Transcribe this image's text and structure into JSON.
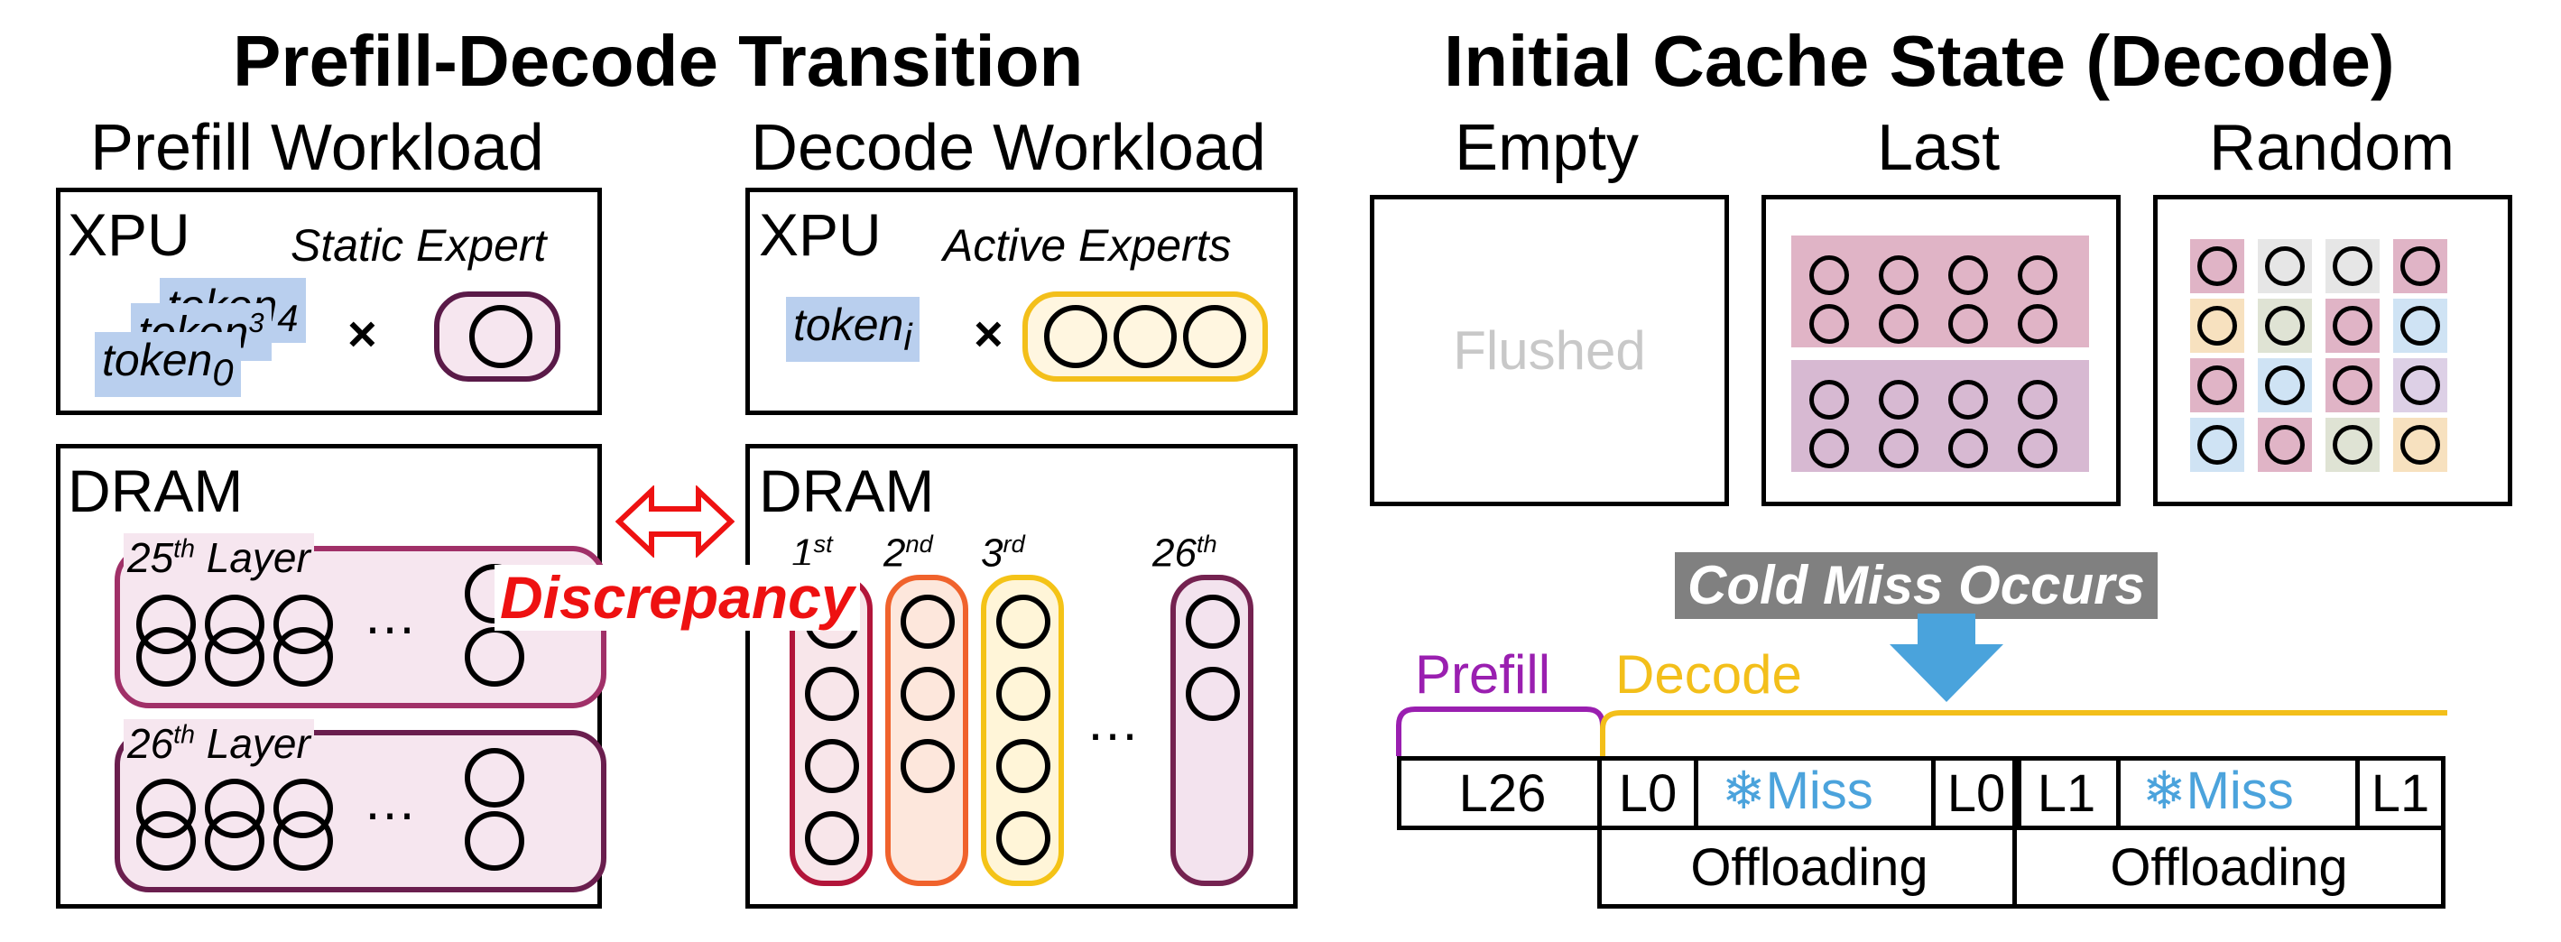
{
  "left_title": "Prefill-Decode Transition",
  "right_title": "Initial Cache State (Decode)",
  "prefill": {
    "heading": "Prefill Workload",
    "xpu_label": "XPU",
    "expert_label": "Static Expert",
    "token_top": "token",
    "token_top_sub": "4",
    "token_mid": "token",
    "token_mid_sub": "3",
    "token_bottom": "token",
    "token_bottom_sub": "0",
    "times": "×",
    "dram_label": "DRAM",
    "layer25": "25",
    "layer25_sup": "th",
    "layer26": "26",
    "layer26_sup": "th",
    "layer_word": "Layer",
    "ellipsis": "…"
  },
  "decode": {
    "heading": "Decode Workload",
    "xpu_label": "XPU",
    "expert_label": "Active Experts",
    "token": "token",
    "token_sub": "i",
    "times": "×",
    "dram_label": "DRAM",
    "col1": "1",
    "col1_sup": "st",
    "col2": "2",
    "col2_sup": "nd",
    "col3": "3",
    "col3_sup": "rd",
    "col26": "26",
    "col26_sup": "th",
    "ellipsis": "…"
  },
  "discrepancy_label": "Discrepancy",
  "cache_states": {
    "empty_label": "Empty",
    "last_label": "Last",
    "random_label": "Random",
    "flushed_text": "Flushed"
  },
  "cold_miss_label": "Cold Miss Occurs",
  "timeline": {
    "prefill_label": "Prefill",
    "decode_label": "Decode",
    "l26": "L26",
    "l0_a": "L0",
    "miss_a": "Miss",
    "l0_b": "L0",
    "l1_a": "L1",
    "miss_b": "Miss",
    "l1_b": "L1",
    "offloading_a": "Offloading",
    "offloading_b": "Offloading",
    "snowflake_icon": "❄"
  },
  "colors": {
    "prefill_purple": "#9a1fb0",
    "decode_yellow": "#f3bf1a",
    "discrepancy_red": "#ee1111",
    "miss_blue": "#4ba3dc",
    "arrow_blue": "#4aa3dc",
    "cold_miss_bg": "#808080",
    "layer_pink": "#f6e6ef",
    "last_top": "#e0b4c6",
    "last_bottom": "#d7b9d2",
    "col1_border": "#b2153a",
    "col2_border": "#f0622c",
    "col3_border": "#f4c317",
    "col26_border": "#742250"
  }
}
